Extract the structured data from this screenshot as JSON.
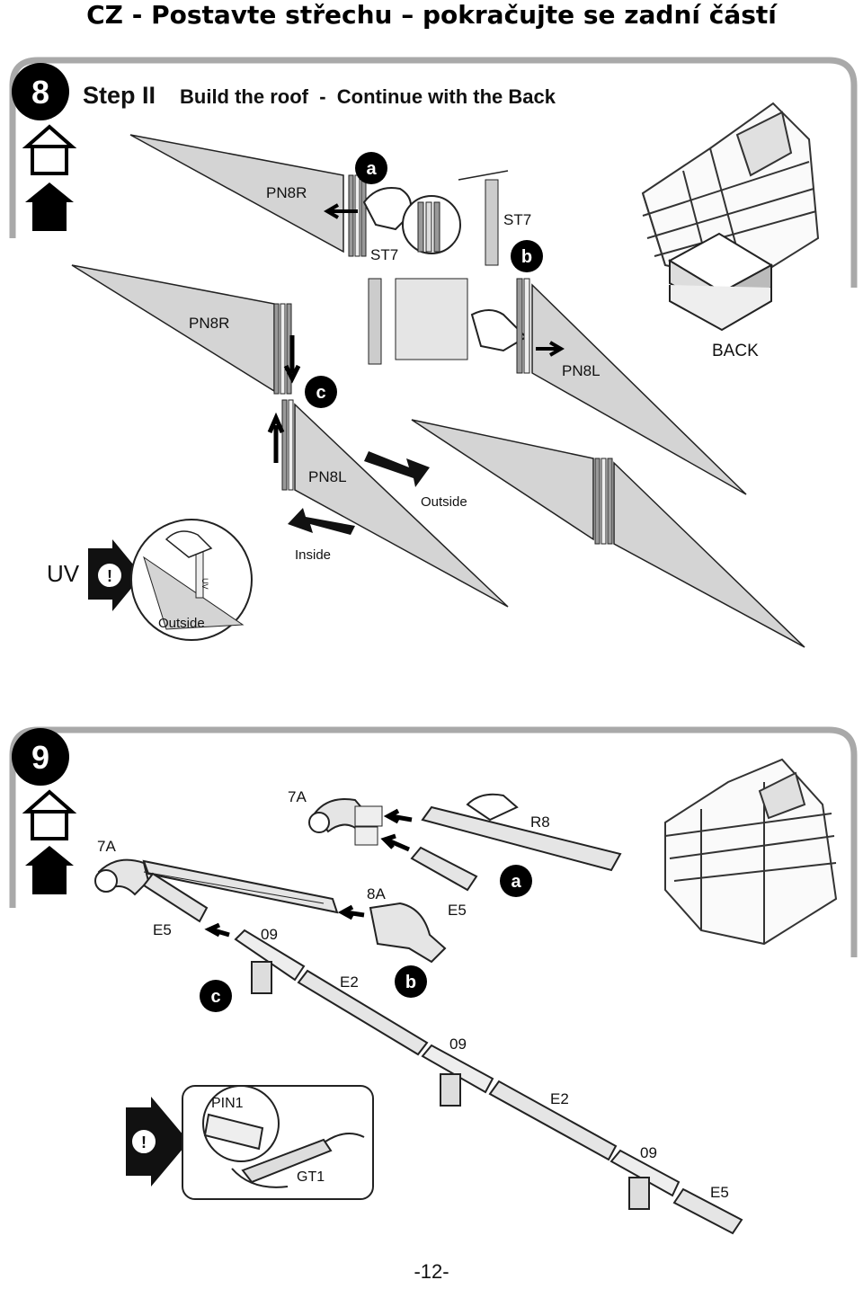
{
  "page_title": "CZ - Postavte střechu – pokračujte se zadní částí",
  "page_number": "-12-",
  "step8": {
    "number": "8",
    "heading_step": "Step II",
    "heading_text": "Build the roof  -  Continue with the Back",
    "labels": {
      "pn8r_1": "PN8R",
      "pn8r_2": "PN8R",
      "pn8l_1": "PN8L",
      "pn8l_2": "PN8L",
      "st7_1": "ST7",
      "st7_2": "ST7",
      "a": "a",
      "b": "b",
      "c": "c",
      "back": "BACK",
      "outside": "Outside",
      "inside": "Inside",
      "uv": "UV",
      "uv_strip": "UV",
      "detail_outside": "Outside",
      "warning": "!"
    }
  },
  "step9": {
    "number": "9",
    "labels": {
      "7a_top": "7A",
      "7a_left": "7A",
      "r8": "R8",
      "8a": "8A",
      "e5_top": "E5",
      "e5_left": "E5",
      "e5_bottom": "E5",
      "09_1": "09",
      "09_2": "09",
      "09_3": "09",
      "e2_1": "E2",
      "e2_2": "E2",
      "a": "a",
      "b": "b",
      "c": "c",
      "pin1": "PIN1",
      "gt1": "GT1",
      "warning": "!"
    }
  }
}
